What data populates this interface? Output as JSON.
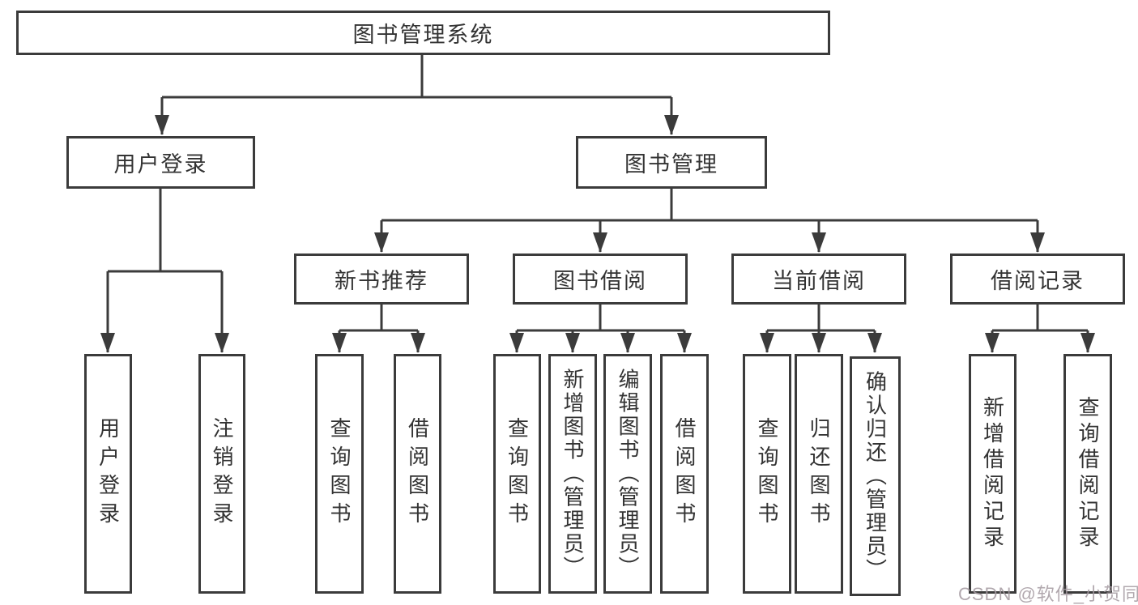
{
  "colors": {
    "line": "#3b3b3b",
    "text": "#333333",
    "background": "#ffffff",
    "watermark": "#a49aa0"
  },
  "watermark": {
    "text": "CSDN @软件_小贺同学"
  },
  "chart_type": "tree-diagram",
  "tree": {
    "root": {
      "label": "图书管理系统"
    },
    "branches": [
      {
        "label": "用户登录",
        "leaves": [
          {
            "label": "用户登录"
          },
          {
            "label": "注销登录"
          }
        ]
      },
      {
        "label": "图书管理",
        "groups": [
          {
            "label": "新书推荐",
            "leaves": [
              {
                "label": "查询图书"
              },
              {
                "label": "借阅图书"
              }
            ]
          },
          {
            "label": "图书借阅",
            "leaves": [
              {
                "label": "查询图书"
              },
              {
                "label": "新增图书（管理员）"
              },
              {
                "label": "编辑图书（管理员）"
              },
              {
                "label": "借阅图书"
              }
            ]
          },
          {
            "label": "当前借阅",
            "leaves": [
              {
                "label": "查询图书"
              },
              {
                "label": "归还图书"
              },
              {
                "label": "确认归还（管理员）"
              }
            ]
          },
          {
            "label": "借阅记录",
            "leaves": [
              {
                "label": "新增借阅记录"
              },
              {
                "label": "查询借阅记录"
              }
            ]
          }
        ]
      }
    ]
  }
}
